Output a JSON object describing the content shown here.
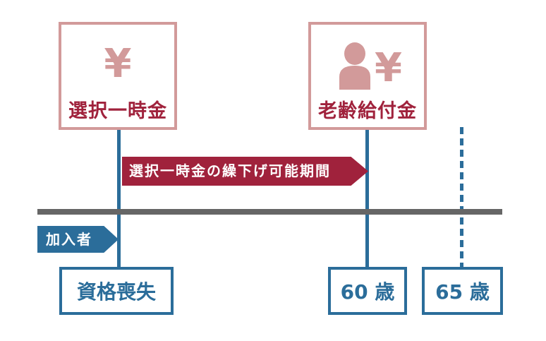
{
  "benefits": {
    "lump_sum": {
      "label": "選択一時金",
      "symbol": "¥"
    },
    "pension": {
      "label": "老齢給付金",
      "symbol": "¥"
    }
  },
  "periods": {
    "deferral": "選択一時金の繰下げ可能期間",
    "member": "加入者"
  },
  "events": {
    "qualification_loss": "資格喪失",
    "age_60": "60 歳",
    "age_65": "65 歳"
  },
  "colors": {
    "benefit_border": "#d29a9a",
    "benefit_text": "#a0223c",
    "timeline_blue": "#2b6d9a",
    "timeline_gray": "#666666"
  },
  "icons": [
    "yen-icon",
    "person-icon"
  ]
}
